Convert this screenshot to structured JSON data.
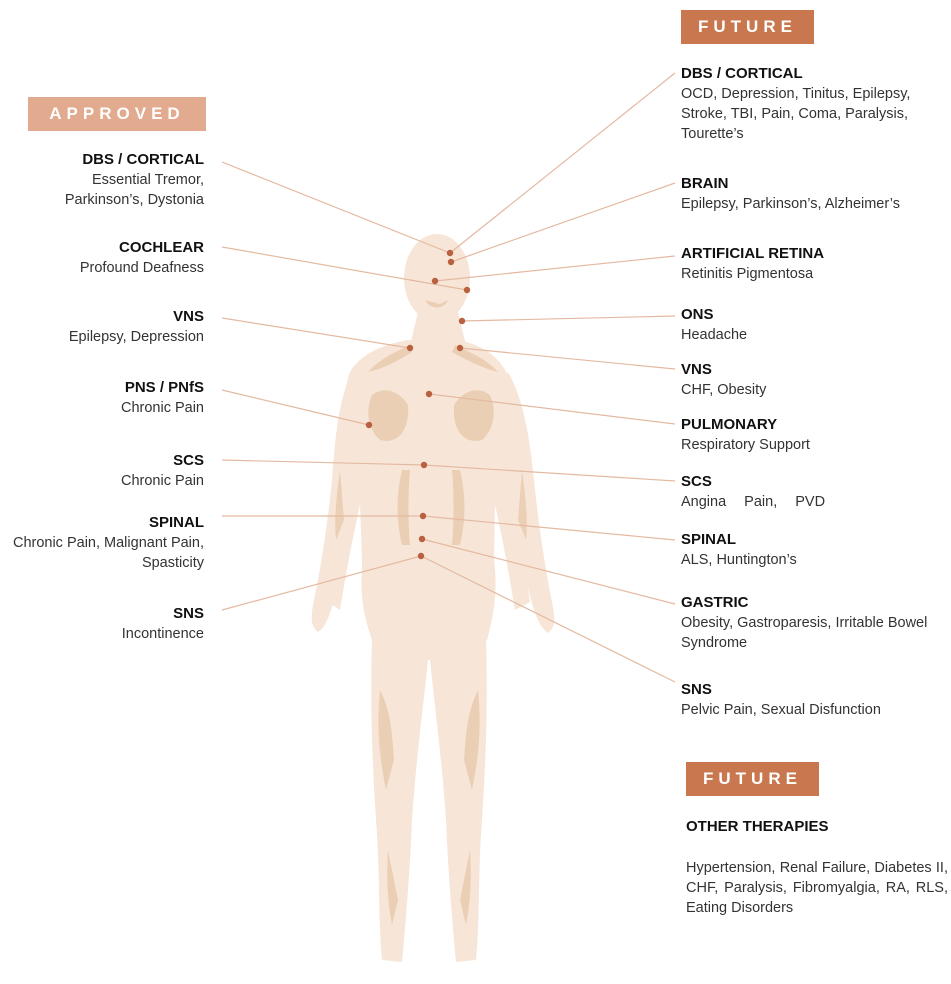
{
  "badges": {
    "approved": "APPROVED",
    "future_top": "FUTURE",
    "future_bottom": "FUTURE"
  },
  "approved": [
    {
      "title": "DBS / CORTICAL",
      "desc": "Essential Tremor, Parkinson’s, Dystonia"
    },
    {
      "title": "COCHLEAR",
      "desc": "Profound Deafness"
    },
    {
      "title": "VNS",
      "desc": "Epilepsy, Depression"
    },
    {
      "title": "PNS / PNfS",
      "desc": "Chronic Pain"
    },
    {
      "title": "SCS",
      "desc": "Chronic Pain"
    },
    {
      "title": "SPINAL",
      "desc": "Chronic Pain, Malignant Pain, Spasticity"
    },
    {
      "title": "SNS",
      "desc": "Incontinence"
    }
  ],
  "future": [
    {
      "title": "DBS / CORTICAL",
      "desc": "OCD, Depression, Tinitus, Epilepsy, Stroke, TBI, Pain, Coma, Paralysis, Tourette’s"
    },
    {
      "title": "BRAIN",
      "desc": "Epilepsy, Parkinson’s, Alzheimer’s"
    },
    {
      "title": "ARTIFICIAL RETINA",
      "desc": "Retinitis Pigmentosa"
    },
    {
      "title": "ONS",
      "desc": "Headache"
    },
    {
      "title": "VNS",
      "desc": "CHF, Obesity"
    },
    {
      "title": "PULMONARY",
      "desc": "Respiratory Support"
    },
    {
      "title": "SCS",
      "desc": "Angina Pain, PVD"
    },
    {
      "title": "SPINAL",
      "desc": "ALS, Huntington’s"
    },
    {
      "title": "GASTRIC",
      "desc": "Obesity, Gastroparesis, Irritable Bowel Syndrome"
    },
    {
      "title": "SNS",
      "desc": "Pelvic Pain, Sexual Disfunction"
    }
  ],
  "other": {
    "title": "OTHER THERAPIES",
    "desc": "Hypertension, Renal Failure, Diabetes II, CHF, Paralysis, Fibromyalgia, RA, RLS, Eating Disorders"
  },
  "colors": {
    "approved_badge": "#e2aa8e",
    "future_badge": "#c8774f",
    "body_fill": "#f7e6d8",
    "body_shade": "#e6c3a4",
    "dot": "#b8603f",
    "leader_line": "#e4b9a1"
  }
}
